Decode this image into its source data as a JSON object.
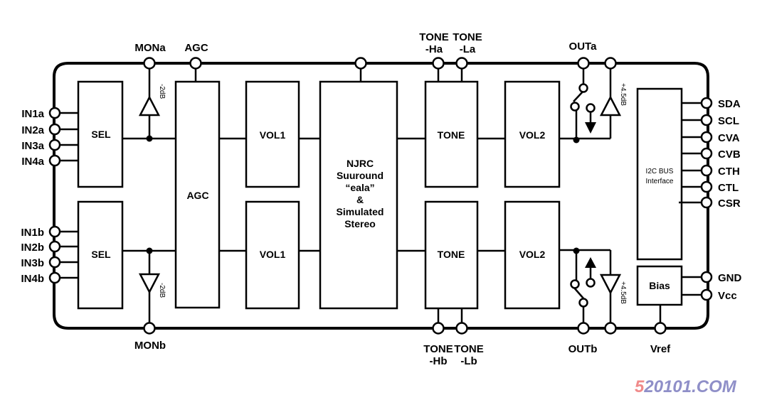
{
  "diagram": {
    "title": "Audio processor block diagram",
    "pins": {
      "left_a": [
        "IN1a",
        "IN2a",
        "IN3a",
        "IN4a"
      ],
      "left_b": [
        "IN1b",
        "IN2b",
        "IN3b",
        "IN4b"
      ],
      "right": [
        "SDA",
        "SCL",
        "CVA",
        "CVB",
        "CTH",
        "CTL",
        "CSR",
        "GND",
        "Vcc"
      ],
      "top": {
        "mona": "MONa",
        "agc": "AGC",
        "tone_ha_1": "TONE",
        "tone_ha_2": "-Ha",
        "tone_la_1": "TONE",
        "tone_la_2": "-La",
        "outa": "OUTa"
      },
      "bottom": {
        "monb": "MONb",
        "tone_hb_1": "TONE",
        "tone_hb_2": "-Hb",
        "tone_lb_1": "TONE",
        "tone_lb_2": "-Lb",
        "outb": "OUTb",
        "vref": "Vref"
      }
    },
    "blocks": {
      "sel_a": "SEL",
      "sel_b": "SEL",
      "agc": "AGC",
      "vol1_a": "VOL1",
      "vol1_b": "VOL1",
      "surround": [
        "NJRC",
        "Suuround",
        "“eala”",
        "&",
        "Simulated",
        "Stereo"
      ],
      "tone_a": "TONE",
      "tone_b": "TONE",
      "vol2_a": "VOL2",
      "vol2_b": "VOL2",
      "i2c": [
        "I2C BUS",
        "Interface"
      ],
      "bias": "Bias"
    },
    "gains": {
      "mon_a": "-2dB",
      "mon_b": "-2dB",
      "out_a": "+4.5dB",
      "out_b": "+4.5dB"
    }
  },
  "watermark": {
    "prefix": "5",
    "suffix": "20101.COM",
    "prefix_color": "#f08a8a",
    "suffix_color": "#8f8fc8"
  }
}
